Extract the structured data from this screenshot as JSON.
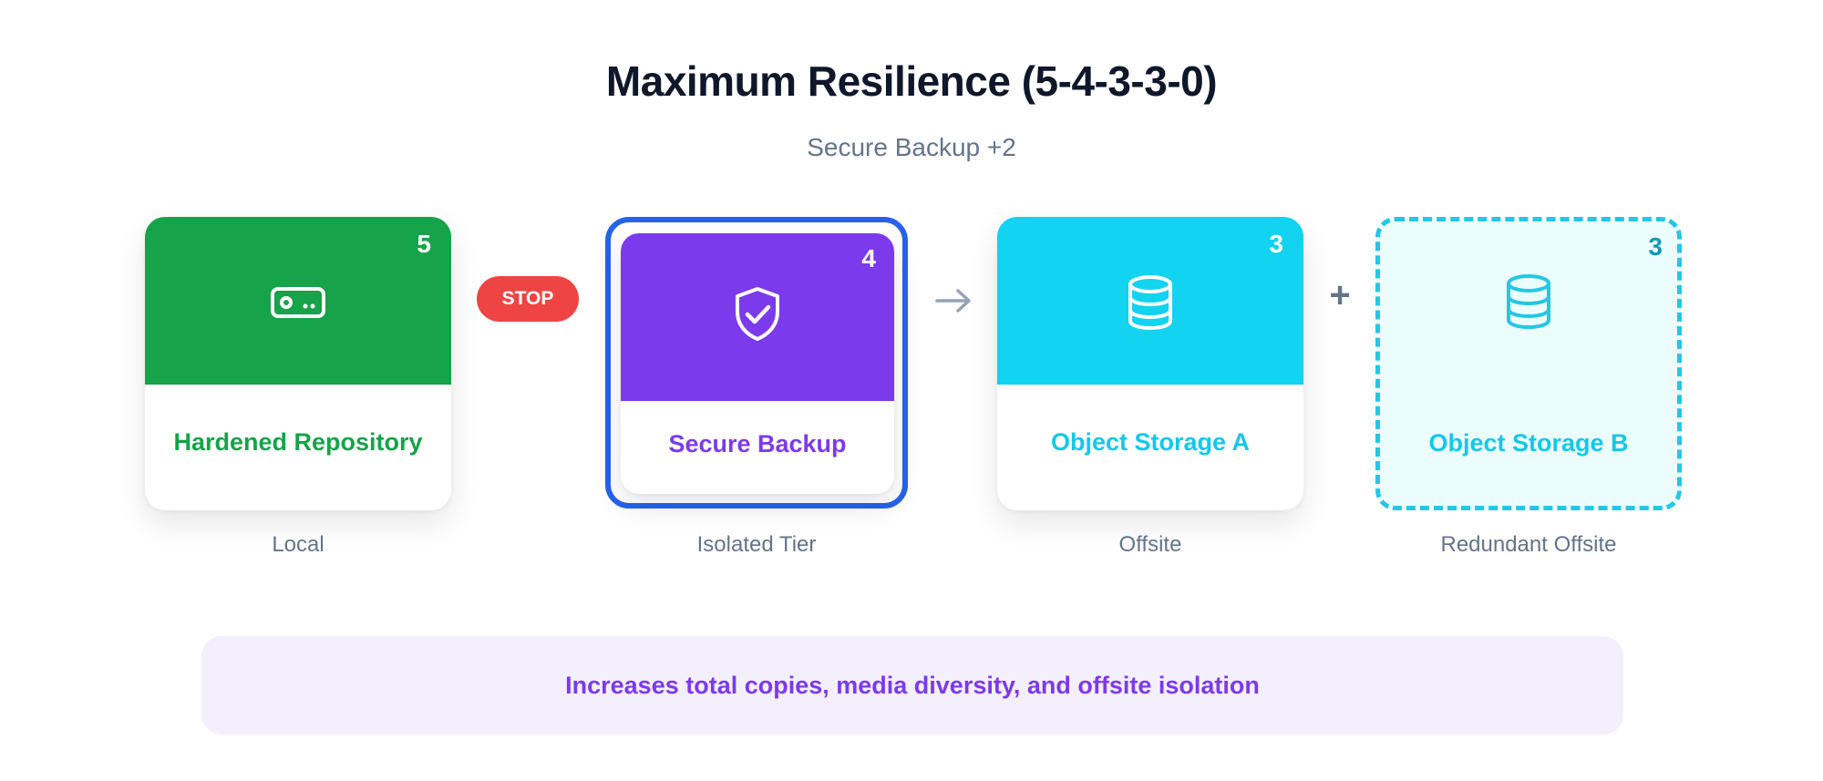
{
  "header": {
    "title": "Maximum Resilience (5-4-3-3-0)",
    "subtitle": "Secure Backup +2"
  },
  "nodes": [
    {
      "id": "local",
      "number": "5",
      "name": "Hardened Repository",
      "tier": "Local",
      "icon": "hard-drive-icon",
      "color": "#16a34a"
    },
    {
      "id": "secure",
      "number": "4",
      "name": "Secure Backup",
      "tier": "Isolated Tier",
      "icon": "shield-check-icon",
      "color": "#7c3aed",
      "selected": true
    },
    {
      "id": "objA",
      "number": "3",
      "name": "Object Storage A",
      "tier": "Offsite",
      "icon": "database-icon",
      "color": "#12d3f0"
    },
    {
      "id": "objB",
      "number": "3",
      "name": "Object Storage B",
      "tier": "Redundant Offsite",
      "icon": "database-icon",
      "color": "#26c6e4",
      "dashed": true
    }
  ],
  "connectors": {
    "stop": "STOP",
    "arrow_icon": "arrow-right-icon",
    "plus": "+"
  },
  "note": "Increases total copies, media diversity, and offsite isolation",
  "colors": {
    "selection": "#2563eb",
    "stop": "#ef4444",
    "note_bg": "#f3effc"
  }
}
